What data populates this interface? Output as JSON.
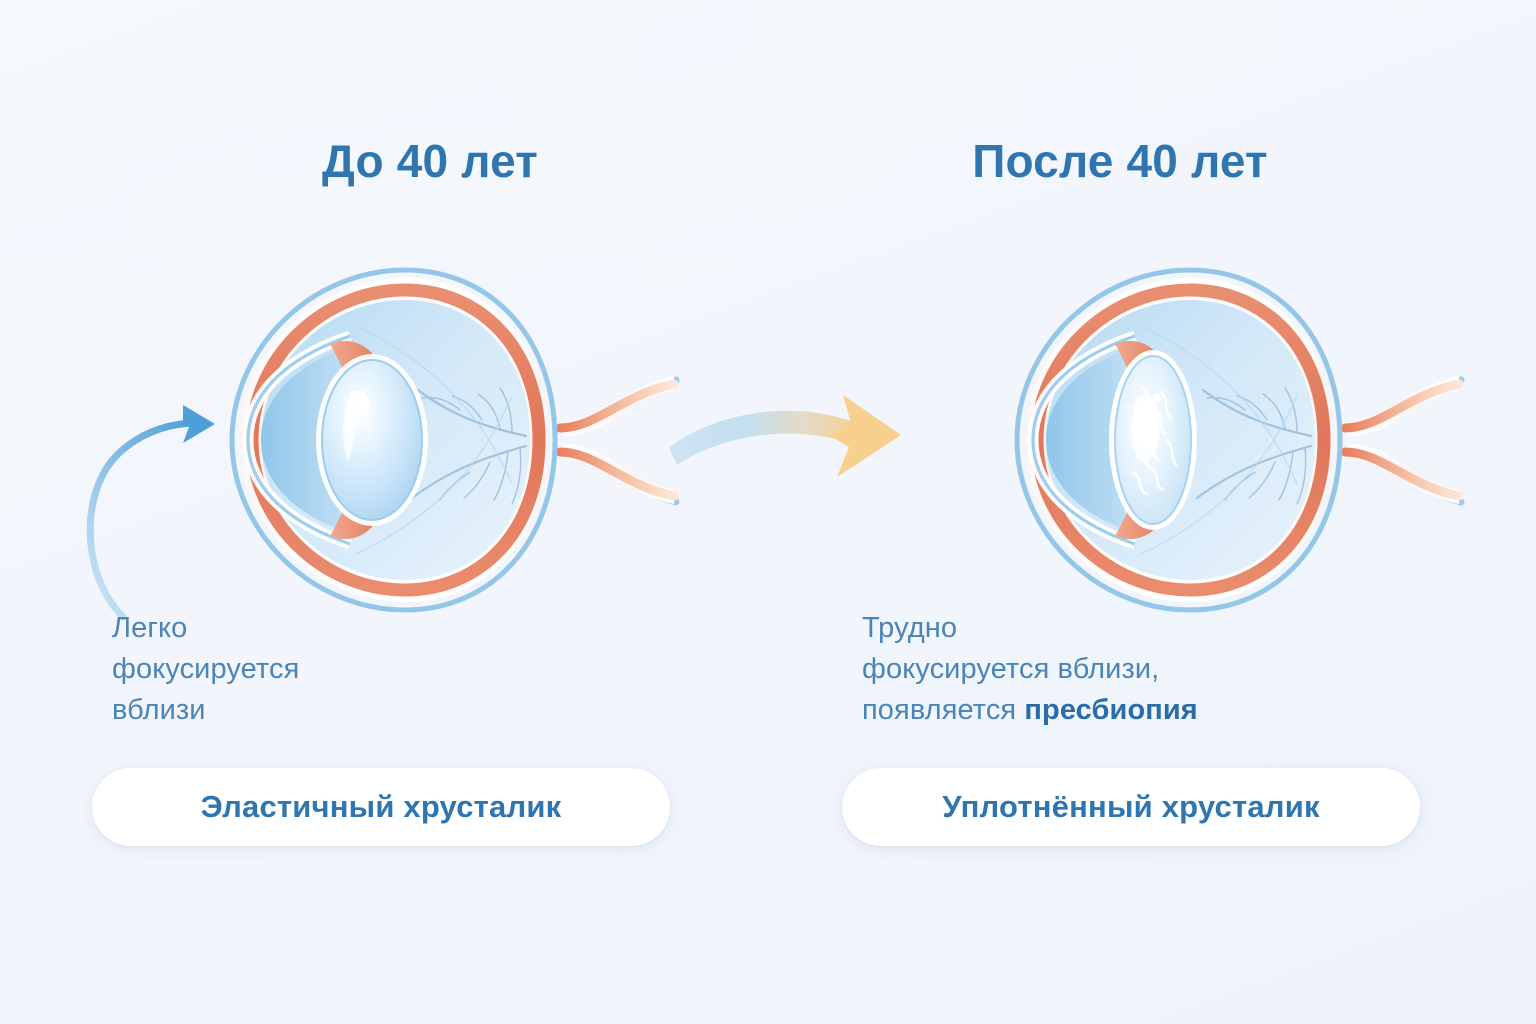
{
  "background_color": "#f4f7fc",
  "palette": {
    "title_blue": "#2f76b0",
    "body_blue": "#4a84b8",
    "accent_blue": "#2a6ca8",
    "pill_bg": "#ffffff",
    "sclera_outline": "#8ec4e8",
    "choroid_coral": "#e8866a",
    "ciliary_coral": "#ef9a7e",
    "iris_dark_blue": "#3f6fa5",
    "vitreous_blue": "#cfe4f5",
    "lens_blue": "#d6ecfb",
    "arrow_blue": "#64a8dd",
    "arrow_amber": "#f7cf8e"
  },
  "panels": [
    {
      "id": "before",
      "title": "До 40 лет",
      "caption_lines": [
        "Легко",
        "фокусируется",
        "вблизи"
      ],
      "caption_accent": "",
      "pill_label": "Эластичный хрусталик",
      "lens_state": "elastic-round",
      "diagram_name": "eye-cross-section-young"
    },
    {
      "id": "after",
      "title": "После 40 лет",
      "caption_lines": [
        "Трудно",
        "фокусируется вблизи,",
        "появляется "
      ],
      "caption_accent": "пресбиопия",
      "pill_label": "Уплотнённый хрусталик",
      "lens_state": "hardened-narrow",
      "diagram_name": "eye-cross-section-aged"
    }
  ],
  "arrows": {
    "focus_arrow": {
      "name": "focus-curved-arrow",
      "description": "Изогнутая синяя стрелка к роговице",
      "color_start": "#bcdcf3",
      "color_end": "#4e9ed8"
    },
    "transition_arrow": {
      "name": "transition-gradient-arrow",
      "description": "Стрелка перехода от молодого глаза к возрастному",
      "color_start": "#b9d9f0",
      "color_end": "#f6cd8b"
    }
  }
}
